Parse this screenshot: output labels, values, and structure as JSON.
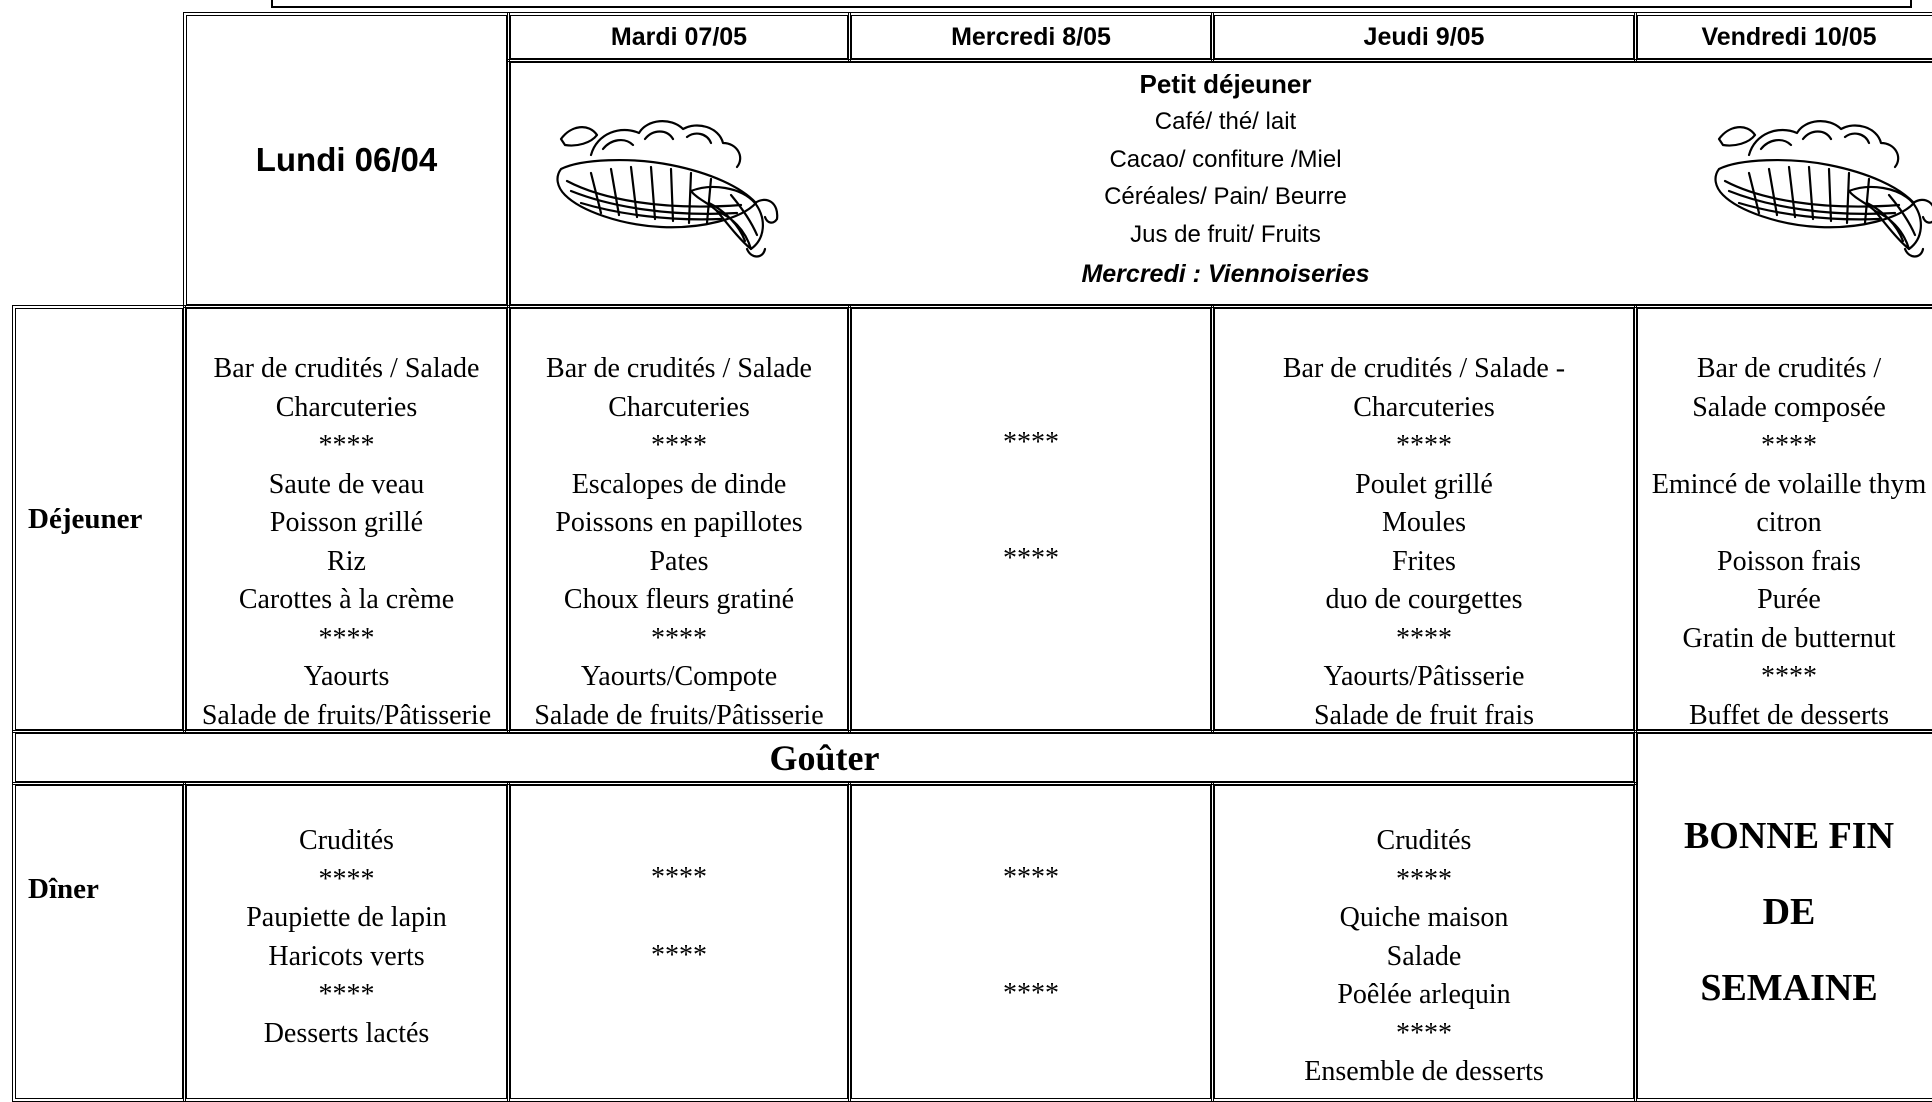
{
  "days": {
    "lundi": "Lundi 06/04",
    "mardi": "Mardi 07/05",
    "mercredi": "Mercredi 8/05",
    "jeudi": "Jeudi 9/05",
    "vendredi": "Vendredi 10/05"
  },
  "breakfast": {
    "title": "Petit déjeuner",
    "lines": [
      "Café/ thé/ lait",
      "Cacao/ confiture /Miel",
      "Céréales/ Pain/ Beurre",
      "Jus de fruit/ Fruits"
    ],
    "note": "Mercredi : Viennoiseries",
    "icon": "croissant-basket-icon"
  },
  "rows": {
    "dejeuner": "Déjeuner",
    "gouter": "Goûter",
    "diner": "Dîner"
  },
  "dejeuner": {
    "lundi": [
      "Bar de crudités / Salade",
      "Charcuteries",
      "****",
      "Saute de veau",
      "Poisson grillé",
      "Riz",
      "Carottes à la crème",
      "****",
      "Yaourts",
      "Salade de fruits/Pâtisserie"
    ],
    "mardi": [
      "Bar de crudités / Salade",
      "Charcuteries",
      "****",
      "Escalopes de dinde",
      "Poissons en papillotes",
      "Pates",
      "Choux fleurs gratiné",
      "****",
      "Yaourts/Compote",
      "Salade de fruits/Pâtisserie"
    ],
    "mercredi": [
      "****",
      "****"
    ],
    "jeudi": [
      "Bar de crudités / Salade -",
      "Charcuteries",
      "****",
      "Poulet grillé",
      "Moules",
      "Frites",
      "duo de courgettes",
      "****",
      "Yaourts/Pâtisserie",
      "Salade de fruit frais"
    ],
    "vendredi": [
      "Bar de crudités /",
      "Salade composée",
      "****",
      "Emincé de volaille thym",
      "citron",
      "Poisson frais",
      "Purée",
      "Gratin de butternut",
      "****",
      "Buffet de desserts"
    ]
  },
  "diner": {
    "lundi": [
      "Crudités",
      "****",
      "Paupiette de lapin",
      "Haricots verts",
      "****",
      "Desserts lactés"
    ],
    "mardi": [
      "****",
      "****"
    ],
    "mercredi": [
      "****",
      "****"
    ],
    "jeudi": [
      "Crudités",
      "****",
      "Quiche maison",
      "Salade",
      "Poêlée arlequin",
      "****",
      "Ensemble de desserts"
    ],
    "vendredi": [
      "BONNE FIN",
      "DE",
      "SEMAINE"
    ]
  }
}
